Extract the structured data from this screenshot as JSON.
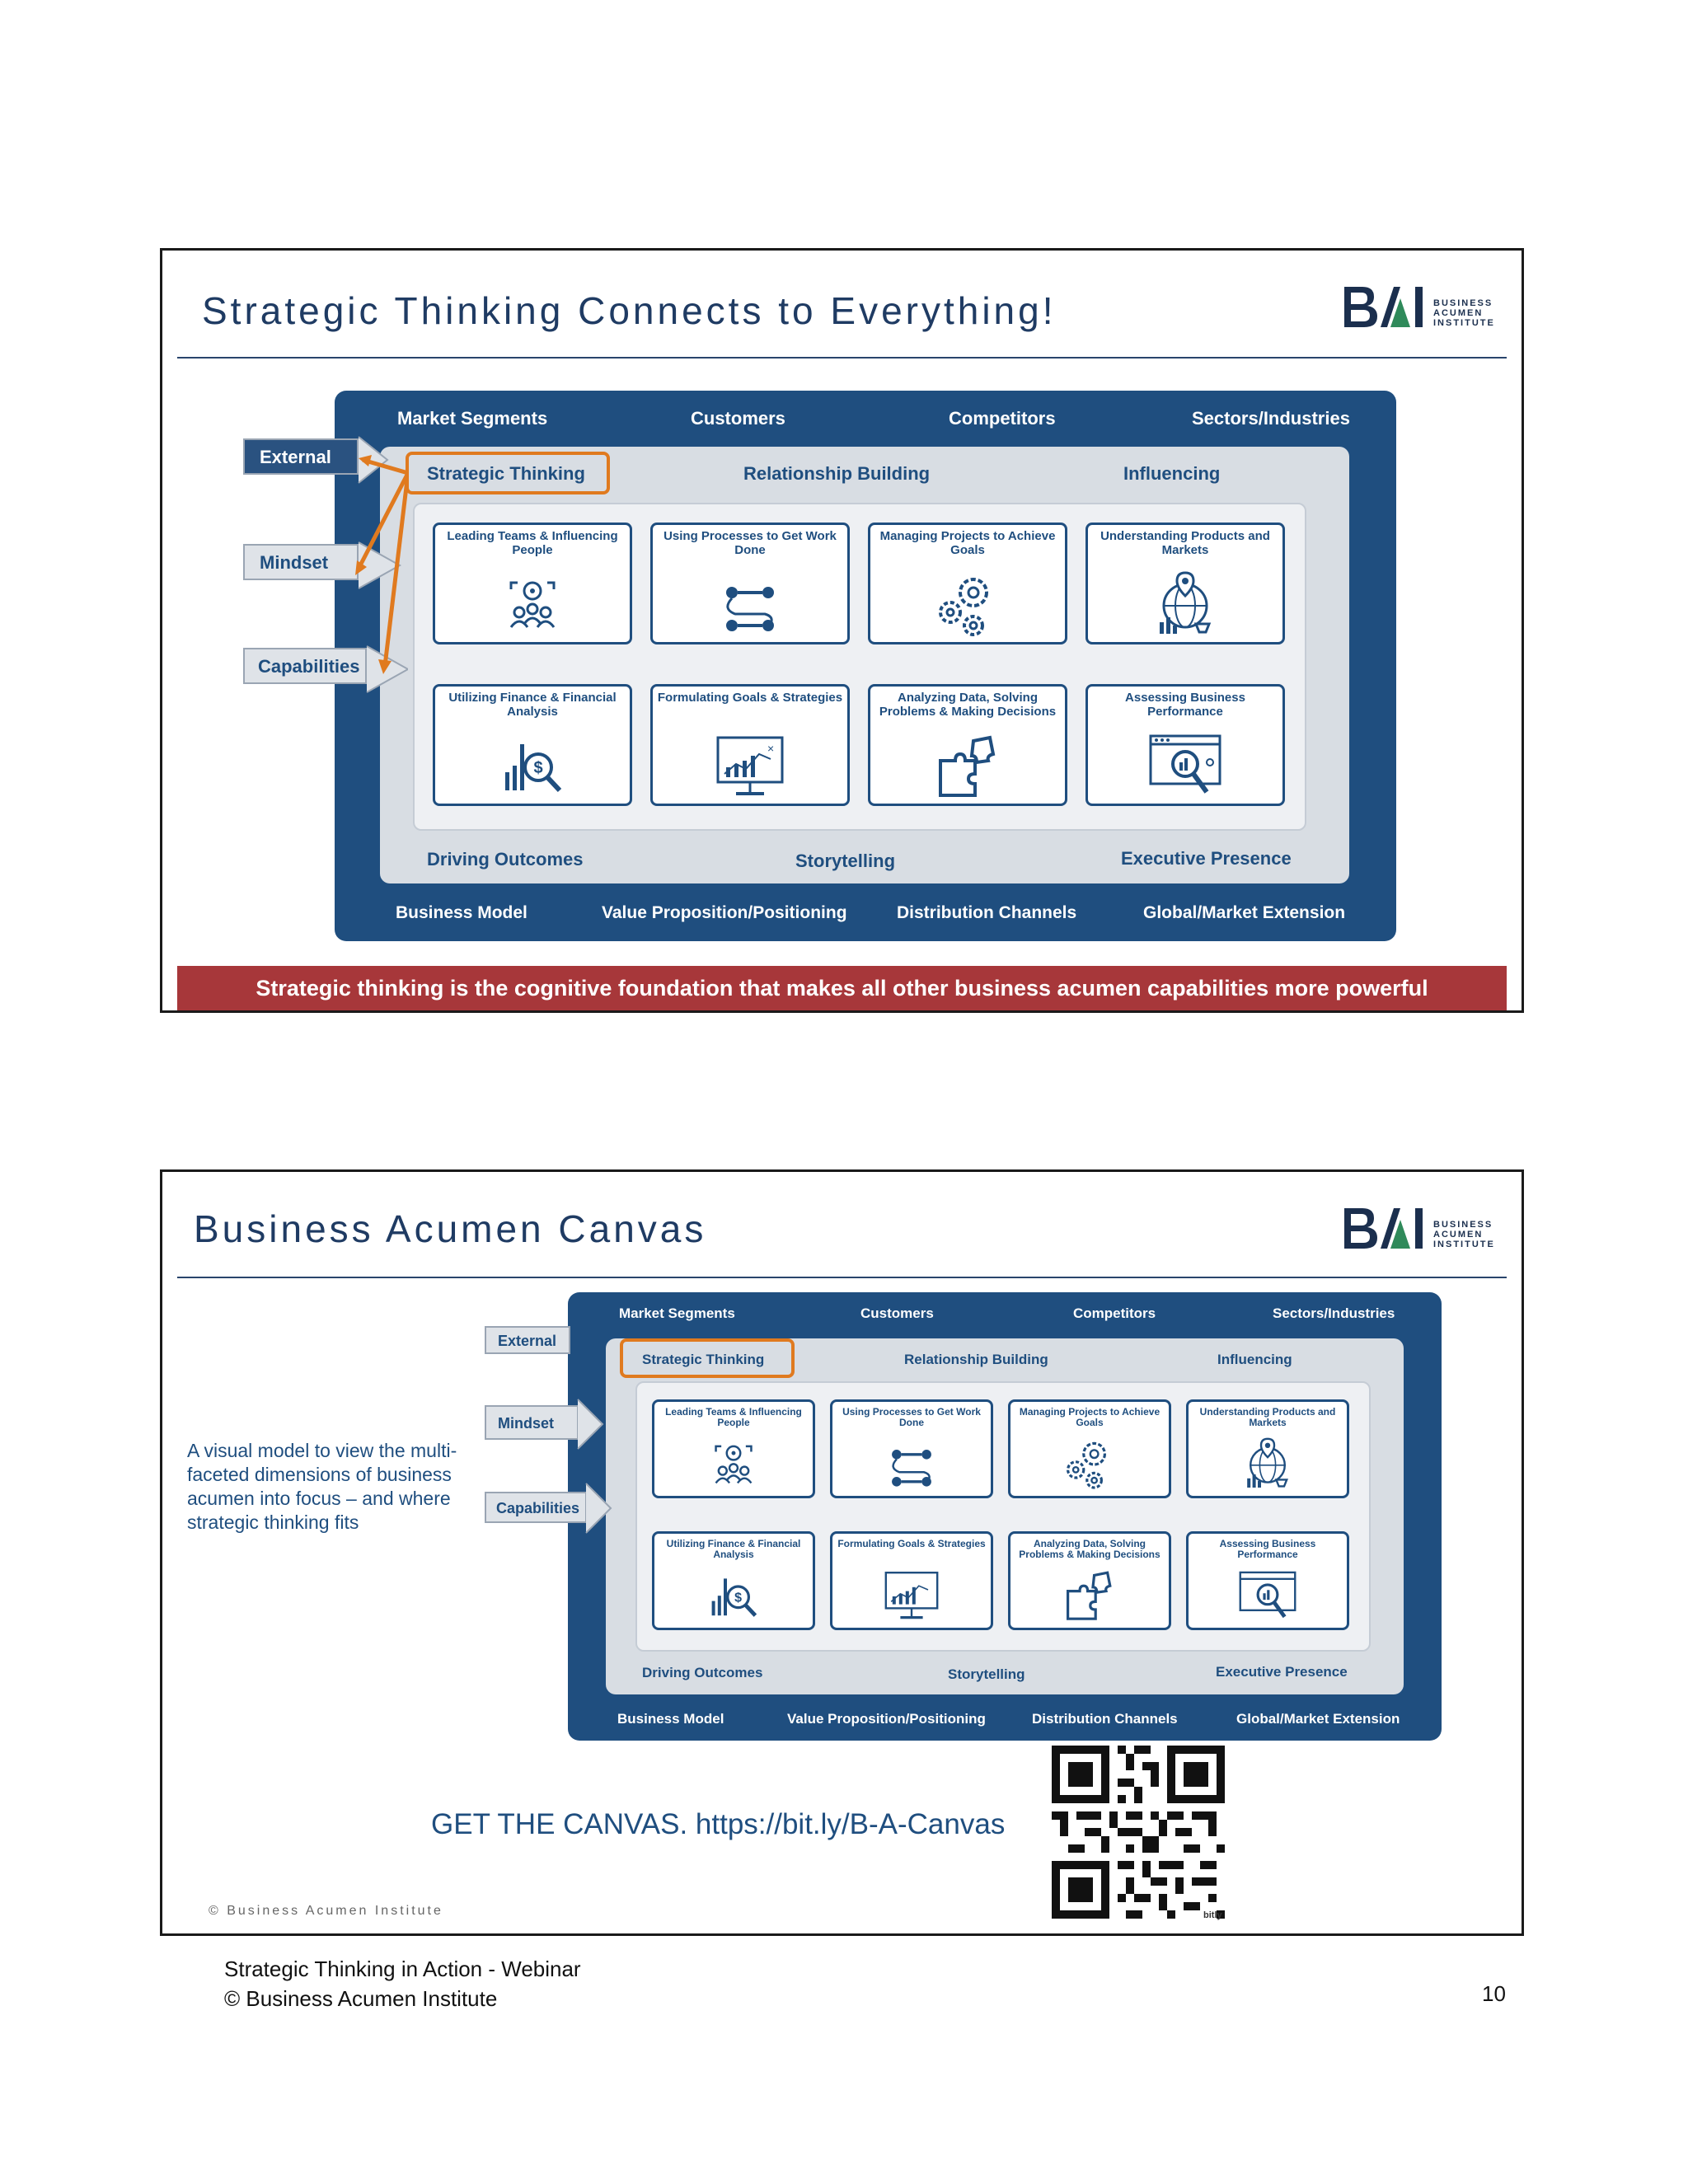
{
  "slide1": {
    "title": "Strategic Thinking Connects to Everything!",
    "banner": "Strategic thinking is the cognitive foundation that makes all other business acumen capabilities more powerful"
  },
  "slide2": {
    "title": "Business Acumen Canvas",
    "description": "A visual model to view the multi-faceted dimensions of business acumen into focus – and where strategic thinking fits",
    "cta": "GET THE CANVAS. https://bit.ly/B-A-Canvas",
    "copyright": "© Business Acumen Institute",
    "qr_caption": "bitly"
  },
  "logo": {
    "mark": "BAI",
    "line1": "BUSINESS",
    "line2": "ACUMEN",
    "line3": "INSTITUTE"
  },
  "canvas": {
    "external": [
      "Market Segments",
      "Customers",
      "Competitors",
      "Sectors/Industries"
    ],
    "mindset": [
      "Strategic Thinking",
      "Relationship Building",
      "Influencing"
    ],
    "outcomes": [
      "Driving Outcomes",
      "Storytelling",
      "Executive Presence"
    ],
    "model": [
      "Business Model",
      "Value Proposition/Positioning",
      "Distribution Channels",
      "Global/Market Extension"
    ],
    "side_tags": [
      "External",
      "Mindset",
      "Capabilities"
    ],
    "cards": [
      {
        "title": "Leading Teams & Influencing People",
        "icon": "team-gear-icon"
      },
      {
        "title": "Using Processes to Get Work Done",
        "icon": "process-flow-icon"
      },
      {
        "title": "Managing Projects to Achieve Goals",
        "icon": "gears-icon"
      },
      {
        "title": "Understanding Products and Markets",
        "icon": "globe-market-icon"
      },
      {
        "title": "Utilizing Finance & Financial Analysis",
        "icon": "finance-magnifier-icon"
      },
      {
        "title": "Formulating Goals & Strategies",
        "icon": "strategy-monitor-icon"
      },
      {
        "title": "Analyzing Data, Solving Problems & Making Decisions",
        "icon": "puzzle-icon"
      },
      {
        "title": "Assessing Business Performance",
        "icon": "performance-browser-icon"
      }
    ]
  },
  "colors": {
    "navy": "#1f4e7f",
    "orange_highlight": "#e07a1f",
    "banner_red": "#a7373a",
    "logo_green": "#2f8a5a"
  },
  "footer": {
    "line1": "Strategic Thinking in Action - Webinar",
    "line2": "© Business Acumen Institute",
    "page_number": "10"
  }
}
